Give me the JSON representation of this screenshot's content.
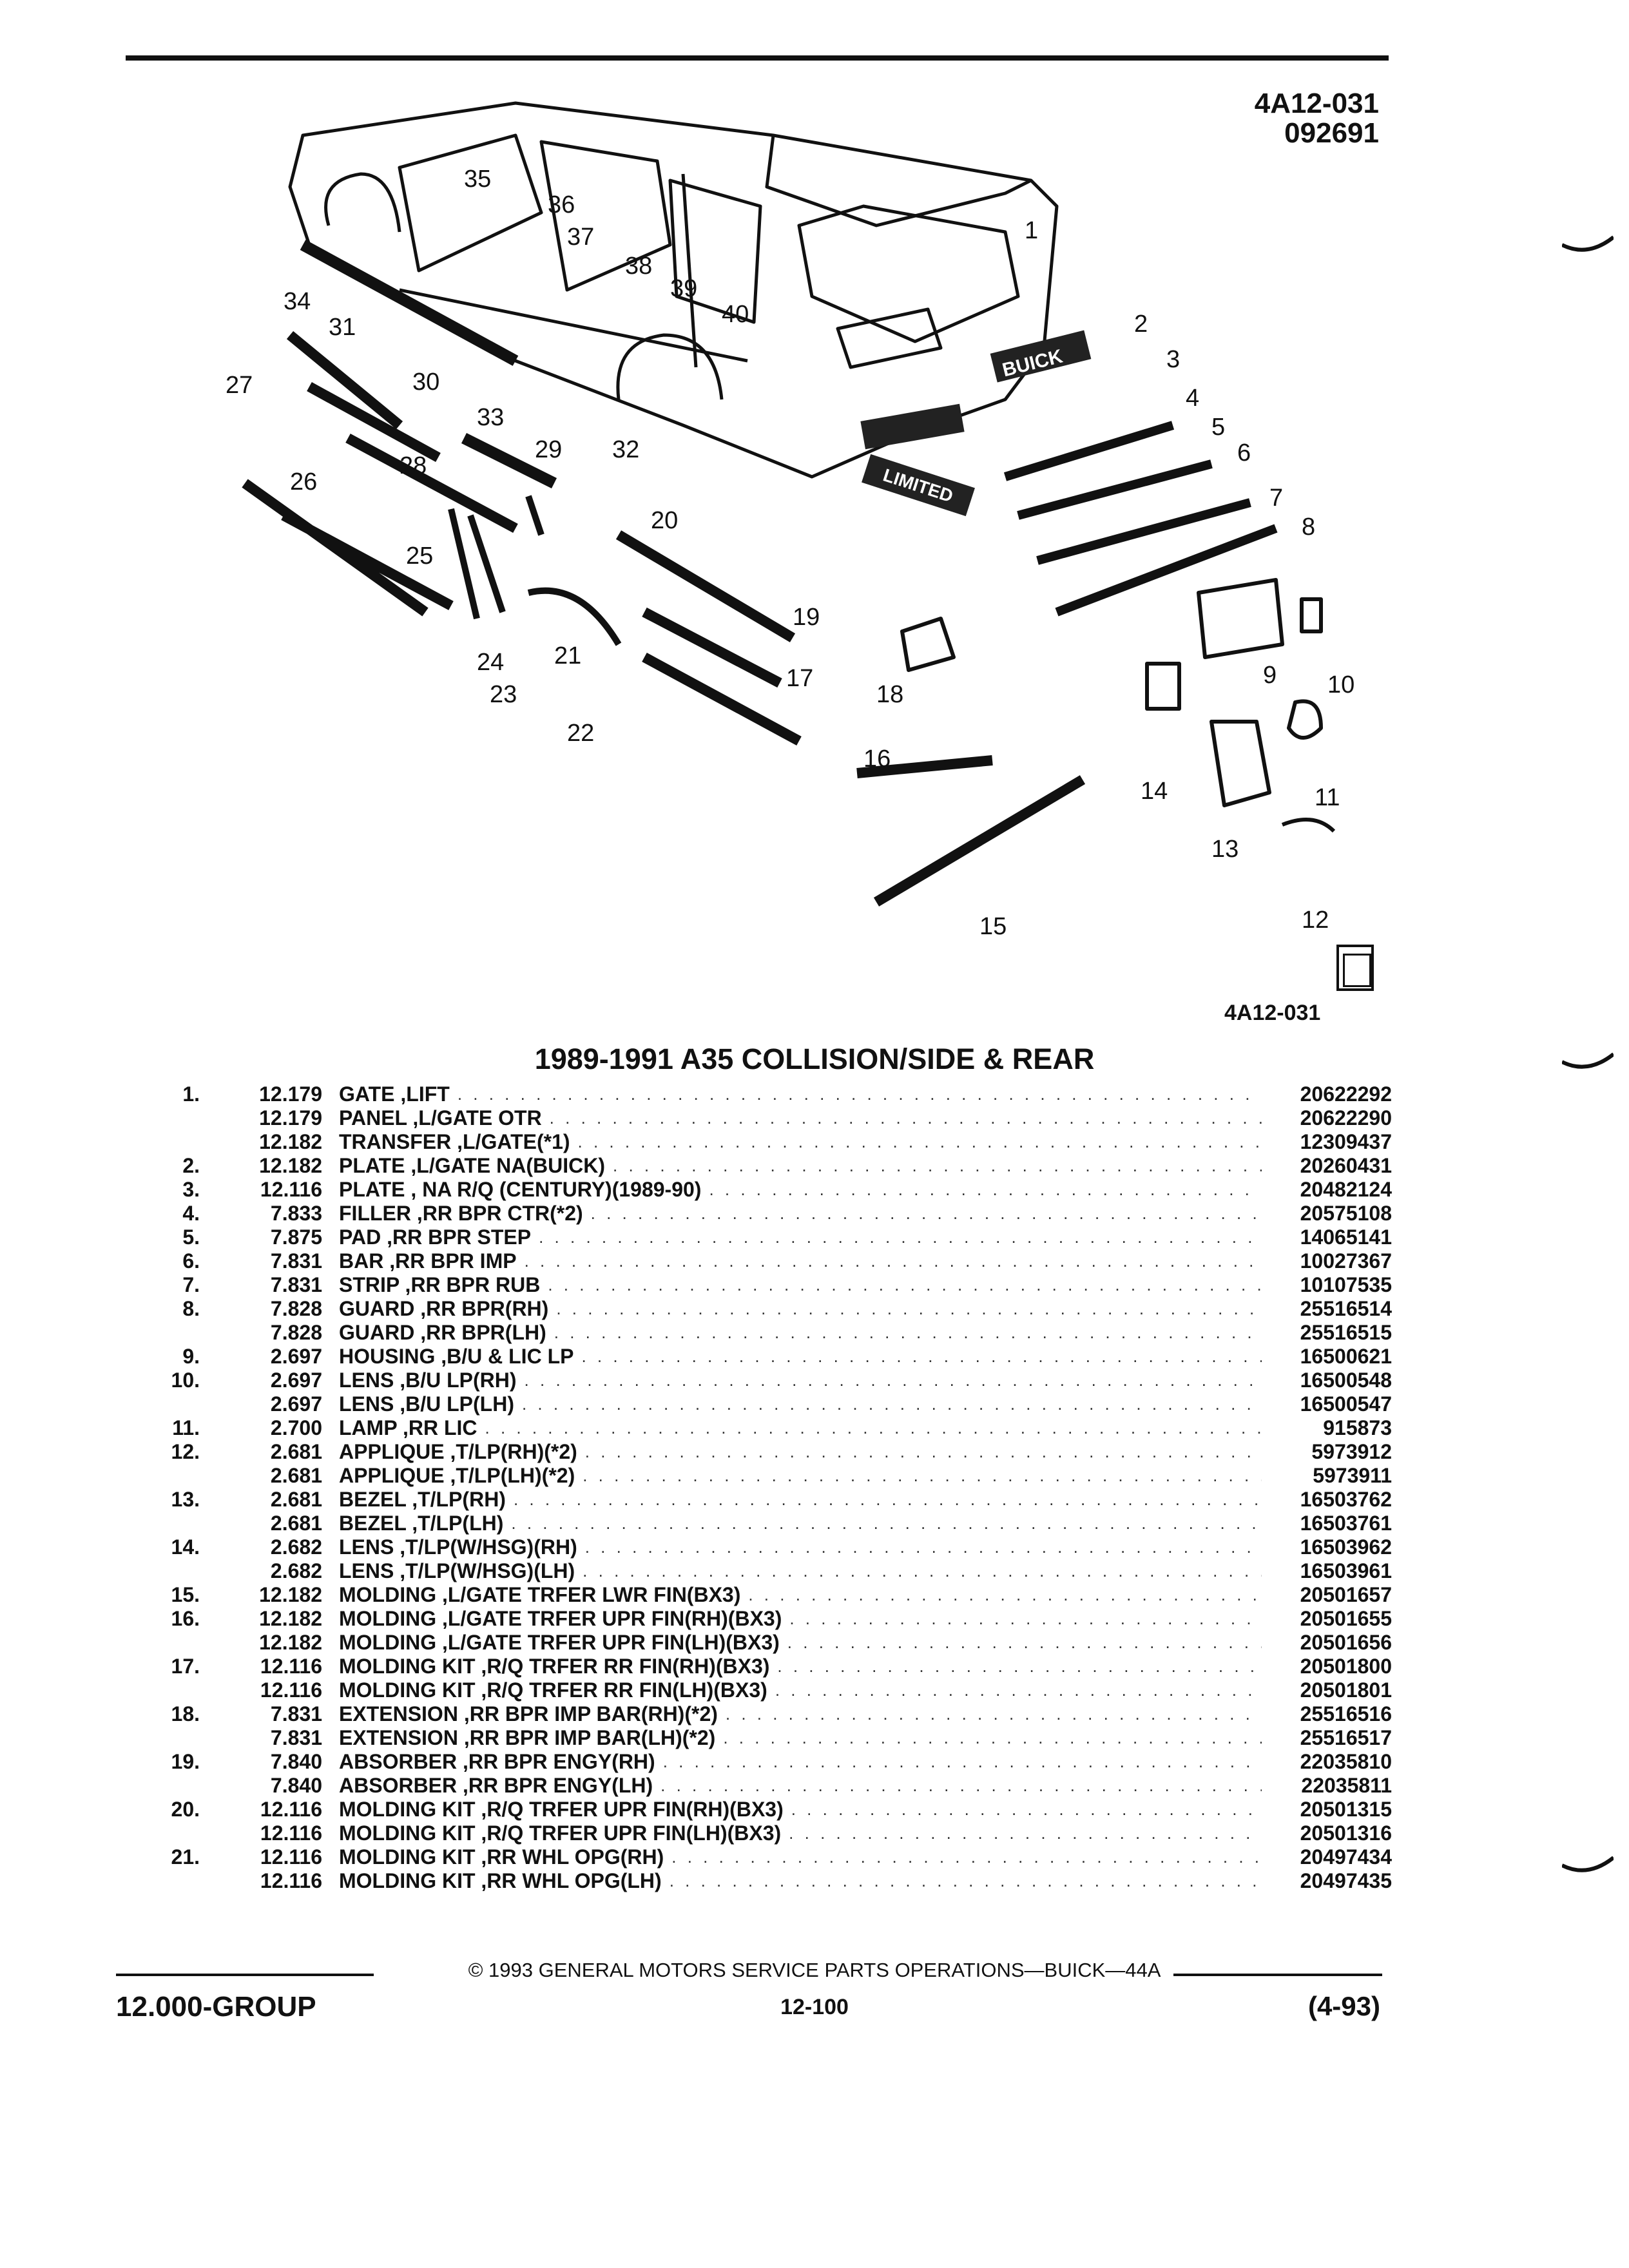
{
  "header": {
    "figure_id": "4A12-031",
    "date_code": "092691"
  },
  "diagram": {
    "callouts": [
      "1",
      "2",
      "3",
      "4",
      "5",
      "6",
      "7",
      "8",
      "9",
      "10",
      "11",
      "12",
      "13",
      "14",
      "15",
      "16",
      "17",
      "18",
      "19",
      "20",
      "21",
      "22",
      "23",
      "24",
      "25",
      "26",
      "27",
      "28",
      "29",
      "30",
      "31",
      "32",
      "33",
      "34",
      "35",
      "36",
      "37",
      "38",
      "39",
      "40"
    ],
    "figure_ref_bottom": "4A12-031",
    "badge_buick": "BUICK",
    "badge_limited": "LIMITED"
  },
  "section": {
    "title": "1989-1991 A35 COLLISION/SIDE & REAR"
  },
  "parts": [
    {
      "index": "1.",
      "group": "12.179",
      "desc": "GATE ,LIFT",
      "pn": "20622292"
    },
    {
      "index": "",
      "group": "12.179",
      "desc": "PANEL ,L/GATE OTR",
      "pn": "20622290"
    },
    {
      "index": "",
      "group": "12.182",
      "desc": "TRANSFER ,L/GATE(*1)",
      "pn": "12309437"
    },
    {
      "index": "2.",
      "group": "12.182",
      "desc": "PLATE ,L/GATE NA(BUICK)",
      "pn": "20260431"
    },
    {
      "index": "3.",
      "group": "12.116",
      "desc": "PLATE , NA R/Q (CENTURY)(1989-90)",
      "pn": "20482124"
    },
    {
      "index": "4.",
      "group": "7.833",
      "desc": "FILLER ,RR BPR CTR(*2)",
      "pn": "20575108"
    },
    {
      "index": "5.",
      "group": "7.875",
      "desc": "PAD ,RR BPR STEP",
      "pn": "14065141"
    },
    {
      "index": "6.",
      "group": "7.831",
      "desc": "BAR ,RR BPR IMP",
      "pn": "10027367"
    },
    {
      "index": "7.",
      "group": "7.831",
      "desc": "STRIP ,RR BPR RUB",
      "pn": "10107535"
    },
    {
      "index": "8.",
      "group": "7.828",
      "desc": "GUARD ,RR BPR(RH)",
      "pn": "25516514"
    },
    {
      "index": "",
      "group": "7.828",
      "desc": "GUARD ,RR BPR(LH)",
      "pn": "25516515"
    },
    {
      "index": "9.",
      "group": "2.697",
      "desc": "HOUSING ,B/U & LIC LP",
      "pn": "16500621"
    },
    {
      "index": "10.",
      "group": "2.697",
      "desc": "LENS ,B/U LP(RH)",
      "pn": "16500548"
    },
    {
      "index": "",
      "group": "2.697",
      "desc": "LENS ,B/U LP(LH)",
      "pn": "16500547"
    },
    {
      "index": "11.",
      "group": "2.700",
      "desc": "LAMP ,RR LIC",
      "pn": "915873"
    },
    {
      "index": "12.",
      "group": "2.681",
      "desc": "APPLIQUE ,T/LP(RH)(*2)",
      "pn": "5973912"
    },
    {
      "index": "",
      "group": "2.681",
      "desc": "APPLIQUE ,T/LP(LH)(*2)",
      "pn": "5973911"
    },
    {
      "index": "13.",
      "group": "2.681",
      "desc": "BEZEL ,T/LP(RH)",
      "pn": "16503762"
    },
    {
      "index": "",
      "group": "2.681",
      "desc": "BEZEL ,T/LP(LH)",
      "pn": "16503761"
    },
    {
      "index": "14.",
      "group": "2.682",
      "desc": "LENS ,T/LP(W/HSG)(RH)",
      "pn": "16503962"
    },
    {
      "index": "",
      "group": "2.682",
      "desc": "LENS ,T/LP(W/HSG)(LH)",
      "pn": "16503961"
    },
    {
      "index": "15.",
      "group": "12.182",
      "desc": "MOLDING ,L/GATE TRFER LWR FIN(BX3)",
      "pn": "20501657"
    },
    {
      "index": "16.",
      "group": "12.182",
      "desc": "MOLDING ,L/GATE TRFER UPR FIN(RH)(BX3)",
      "pn": "20501655"
    },
    {
      "index": "",
      "group": "12.182",
      "desc": "MOLDING ,L/GATE TRFER UPR FIN(LH)(BX3)",
      "pn": "20501656"
    },
    {
      "index": "17.",
      "group": "12.116",
      "desc": "MOLDING KIT ,R/Q TRFER RR FIN(RH)(BX3)",
      "pn": "20501800"
    },
    {
      "index": "",
      "group": "12.116",
      "desc": "MOLDING KIT ,R/Q TRFER RR FIN(LH)(BX3)",
      "pn": "20501801"
    },
    {
      "index": "18.",
      "group": "7.831",
      "desc": "EXTENSION ,RR BPR IMP BAR(RH)(*2)",
      "pn": "25516516"
    },
    {
      "index": "",
      "group": "7.831",
      "desc": "EXTENSION ,RR BPR IMP BAR(LH)(*2)",
      "pn": "25516517"
    },
    {
      "index": "19.",
      "group": "7.840",
      "desc": "ABSORBER ,RR BPR ENGY(RH)",
      "pn": "22035810"
    },
    {
      "index": "",
      "group": "7.840",
      "desc": "ABSORBER ,RR BPR ENGY(LH)",
      "pn": "22035811"
    },
    {
      "index": "20.",
      "group": "12.116",
      "desc": "MOLDING KIT ,R/Q TRFER UPR FIN(RH)(BX3)",
      "pn": "20501315"
    },
    {
      "index": "",
      "group": "12.116",
      "desc": "MOLDING KIT ,R/Q TRFER UPR FIN(LH)(BX3)",
      "pn": "20501316"
    },
    {
      "index": "21.",
      "group": "12.116",
      "desc": "MOLDING KIT ,RR WHL OPG(RH)",
      "pn": "20497434"
    },
    {
      "index": "",
      "group": "12.116",
      "desc": "MOLDING KIT ,RR WHL OPG(LH)",
      "pn": "20497435"
    }
  ],
  "footer": {
    "copyright": "© 1993 GENERAL MOTORS SERVICE PARTS OPERATIONS—BUICK—44A",
    "group": "12.000-GROUP",
    "page": "12-100",
    "revision": "(4-93)"
  }
}
